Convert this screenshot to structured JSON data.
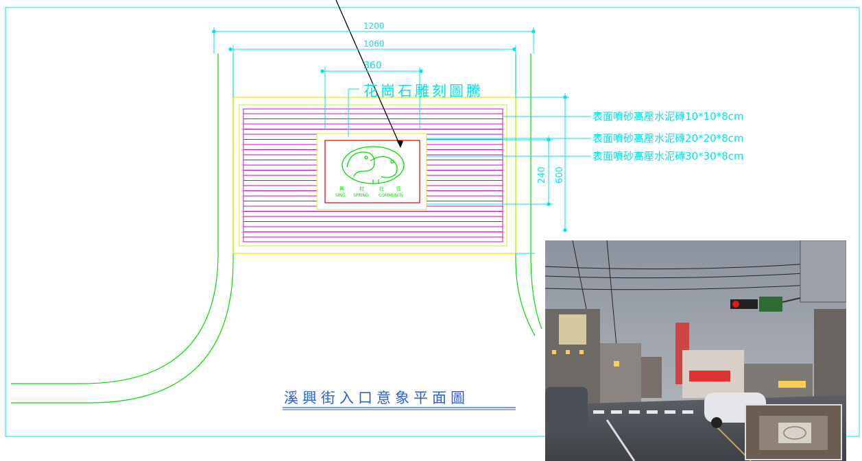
{
  "drawing": {
    "title": "溪興街入口意象平面圖",
    "totem_label": "花崗石雕刻圖騰",
    "dimensions": {
      "overall_width": "1200",
      "inner_width": "1060",
      "emblem_width": "360",
      "emblem_height": "240",
      "plaza_height": "600"
    },
    "material_notes": [
      "表面噴砂高壓水泥磚10*10*8cm",
      "表面噴砂高壓水泥磚20*20*8cm",
      "表面噴砂高壓水泥磚30*30*8cm"
    ],
    "emblem": {
      "chinese": [
        "興",
        "村",
        "社",
        "區"
      ],
      "english": [
        "SING",
        "SPRING",
        "COMMUNITy"
      ]
    }
  },
  "photo": {
    "description_icon": "street-intersection-photo"
  },
  "colors": {
    "cad_cyan": "#00e5e5",
    "cad_green": "#00dd00",
    "cad_magenta": "#cc00cc",
    "cad_yellow": "#e8e800",
    "cad_red": "#dd0000",
    "cad_blue": "#2a5fd6"
  }
}
